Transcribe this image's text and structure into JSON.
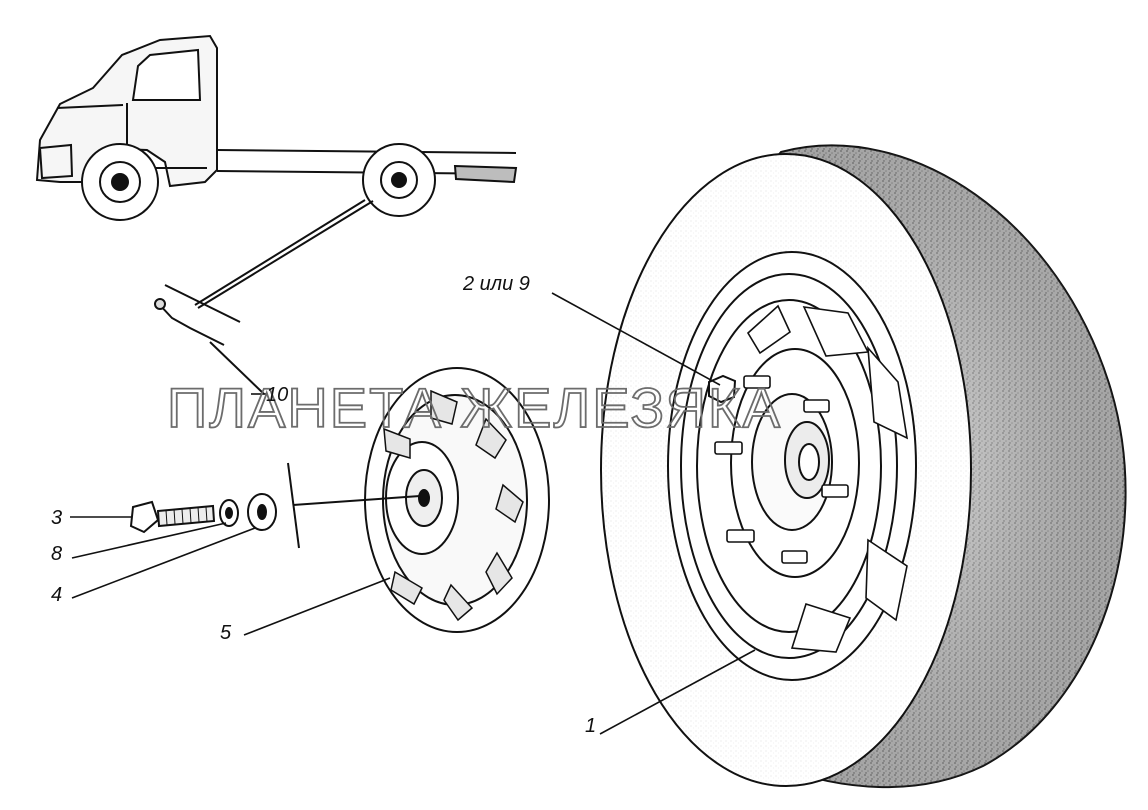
{
  "diagram": {
    "watermark": "ПЛАНЕТА ЖЕЛЕЗЯКА",
    "callouts": {
      "wheel": "1",
      "nut_or_bolt": "2 или 9",
      "bolt": "3",
      "washer": "4",
      "hubcap": "5",
      "spring_washer": "8",
      "bracket": "10"
    }
  },
  "colors": {
    "line": "#111111",
    "tire_texture": "#7a7a7a",
    "watermark_stroke": "#6c6c6c"
  }
}
